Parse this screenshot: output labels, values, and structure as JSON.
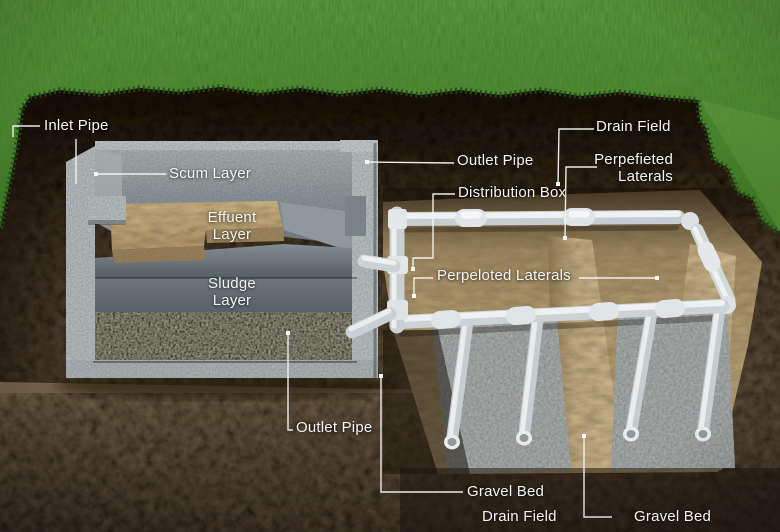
{
  "labels": {
    "inlet_pipe": "Inlet Pipe",
    "scum_layer": "Scum Layer",
    "effluent_layer": "Effuent\nLayer",
    "sludge_layer": "Sludge\nLayer",
    "outlet_pipe_top": "Outlet Pipe",
    "outlet_pipe_bottom": "Outlet Pipe",
    "distribution_box": "Distribution Box",
    "drain_field_top": "Drain Field",
    "drain_field_bottom": "Drain Field",
    "perforated_laterals_right": "Perpefieted\nLaterals",
    "perforated_laterals_center": "Perpeloted Laterals",
    "gravel_bed_left": "Gravel Bed",
    "gravel_bed_right": "Gravel Bed"
  },
  "colors": {
    "grass": "#4f8132",
    "topsoil_dark": "#221a10",
    "subsoil": "#5a4a36",
    "excavation_sand": "#b39d75",
    "concrete": "#b3babc",
    "pipe_white": "#e6e9ea",
    "gravel": "#9aa3a9",
    "sludge": "#25241d",
    "scum_tan": "#c2a876",
    "label_text": "#f5f5f5"
  }
}
